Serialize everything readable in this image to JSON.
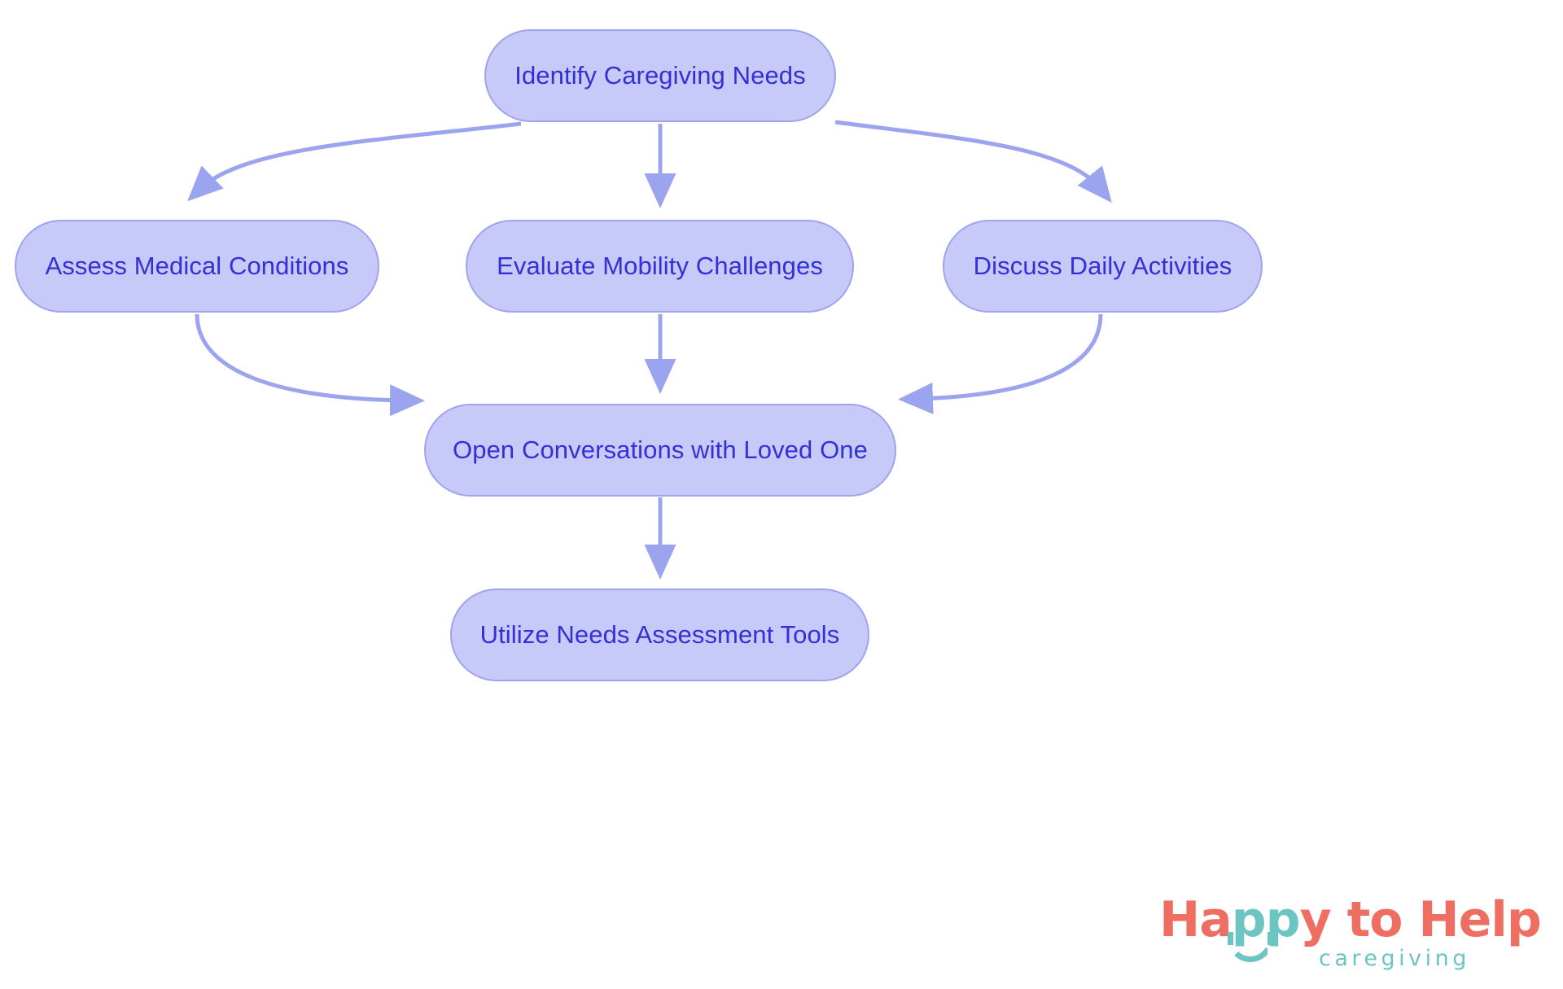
{
  "diagram": {
    "type": "flowchart",
    "orientation": "top-to-bottom",
    "nodes": [
      {
        "id": "identify",
        "label": "Identify Caregiving Needs",
        "tier": 1
      },
      {
        "id": "assess",
        "label": "Assess Medical Conditions",
        "tier": 2
      },
      {
        "id": "evaluate",
        "label": "Evaluate Mobility Challenges",
        "tier": 2
      },
      {
        "id": "discuss",
        "label": "Discuss Daily Activities",
        "tier": 2
      },
      {
        "id": "open",
        "label": "Open Conversations with Loved One",
        "tier": 3
      },
      {
        "id": "utilize",
        "label": "Utilize Needs Assessment Tools",
        "tier": 4
      }
    ],
    "edges": [
      {
        "from": "identify",
        "to": "assess",
        "style": "curved"
      },
      {
        "from": "identify",
        "to": "evaluate",
        "style": "straight"
      },
      {
        "from": "identify",
        "to": "discuss",
        "style": "curved"
      },
      {
        "from": "assess",
        "to": "open",
        "style": "curved"
      },
      {
        "from": "evaluate",
        "to": "open",
        "style": "straight"
      },
      {
        "from": "discuss",
        "to": "open",
        "style": "curved"
      },
      {
        "from": "open",
        "to": "utilize",
        "style": "straight"
      }
    ]
  },
  "colors": {
    "node_fill": "#c7c9f8",
    "node_border": "#a0a4ef",
    "node_text": "#3330d6",
    "edge": "#9ba4ee",
    "background": "#ffffff",
    "logo_coral": "#ee6f61",
    "logo_teal": "#6cc5c3"
  },
  "logo": {
    "word_1": "Ha",
    "word_2": "pp",
    "word_3": "y to Help",
    "tagline": "caregiving"
  }
}
